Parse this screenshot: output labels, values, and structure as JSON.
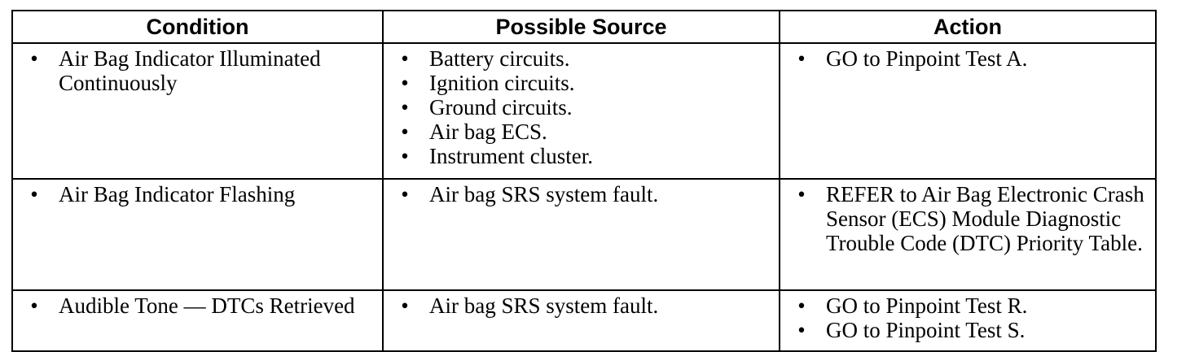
{
  "table": {
    "headers": [
      "Condition",
      "Possible Source",
      "Action"
    ],
    "bullet_glyph": "•",
    "rows": [
      {
        "condition": [
          "Air Bag Indicator Illuminated Continuously"
        ],
        "source": [
          "Battery circuits.",
          "Ignition circuits.",
          "Ground circuits.",
          "Air bag ECS.",
          "Instrument cluster."
        ],
        "action": [
          "GO to Pinpoint Test A."
        ]
      },
      {
        "condition": [
          "Air Bag Indicator Flashing"
        ],
        "source": [
          "Air bag SRS system fault."
        ],
        "action": [
          "REFER to Air Bag Electronic Crash Sensor (ECS) Module Diagnostic Trouble Code (DTC) Priority Table."
        ]
      },
      {
        "condition": [
          "Audible Tone — DTCs Retrieved"
        ],
        "source": [
          "Air bag SRS system fault."
        ],
        "action": [
          "GO to Pinpoint Test R.",
          "GO to Pinpoint Test S."
        ]
      }
    ]
  }
}
